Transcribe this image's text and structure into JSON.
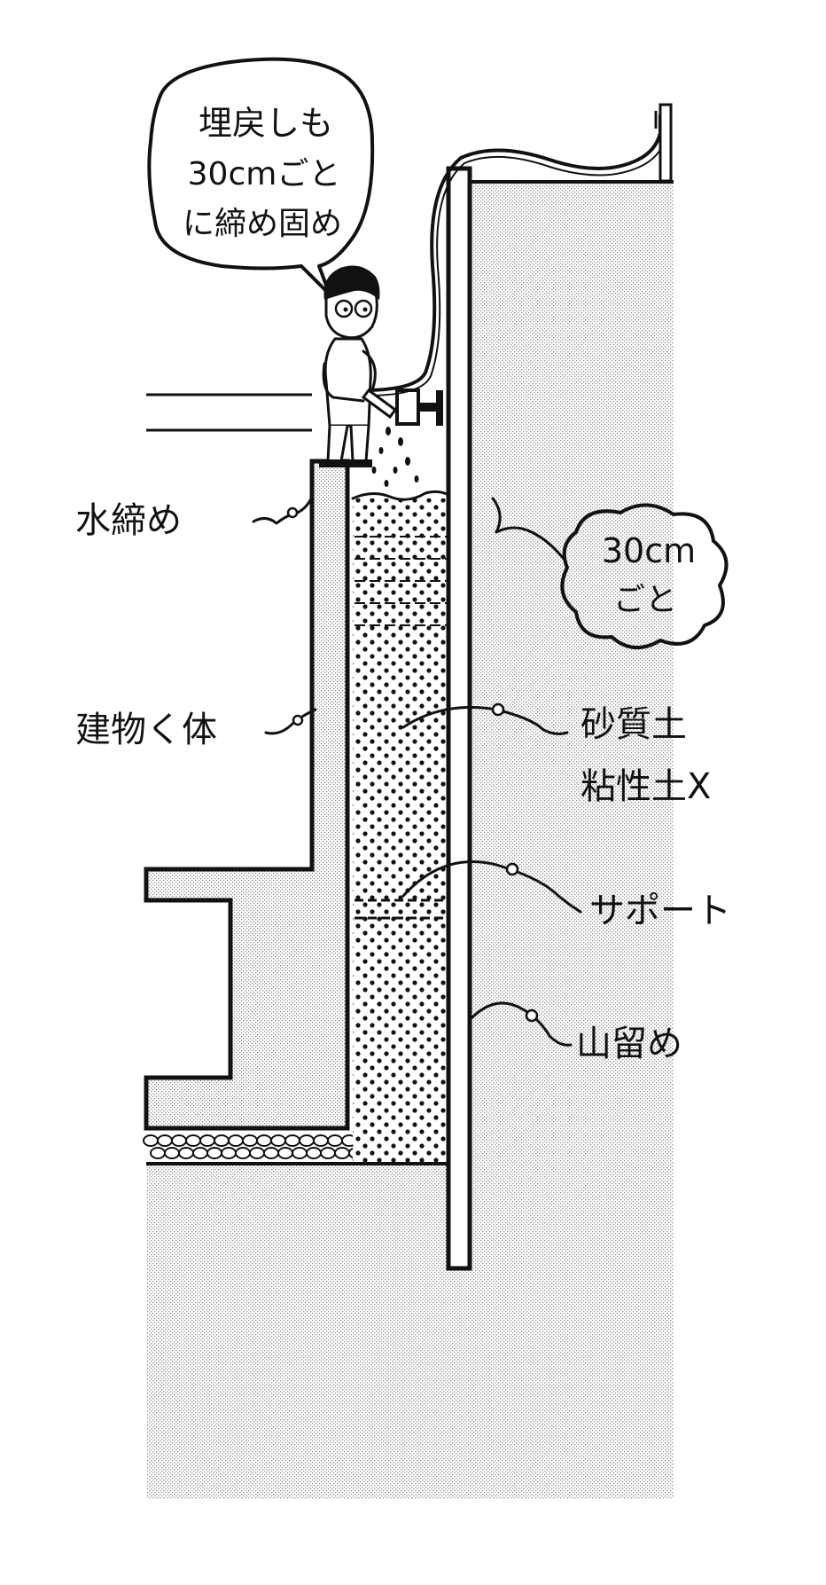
{
  "bubble": {
    "line1": "埋戻しも",
    "line2": "30cmごと",
    "line3": "に締め固め"
  },
  "labels": {
    "water_compaction": "水締め",
    "every_30cm_line1": "30cm",
    "every_30cm_line2": "ごと",
    "building_body": "建物く体",
    "sandy_soil": "砂質土",
    "clay_soil_no": "粘性土X",
    "support": "サポート",
    "earth_retaining": "山留め"
  },
  "colors": {
    "ink": "#111111",
    "paper": "#ffffff",
    "ground_tone": "#bdbdbd",
    "backfill_dot": "#111111"
  }
}
